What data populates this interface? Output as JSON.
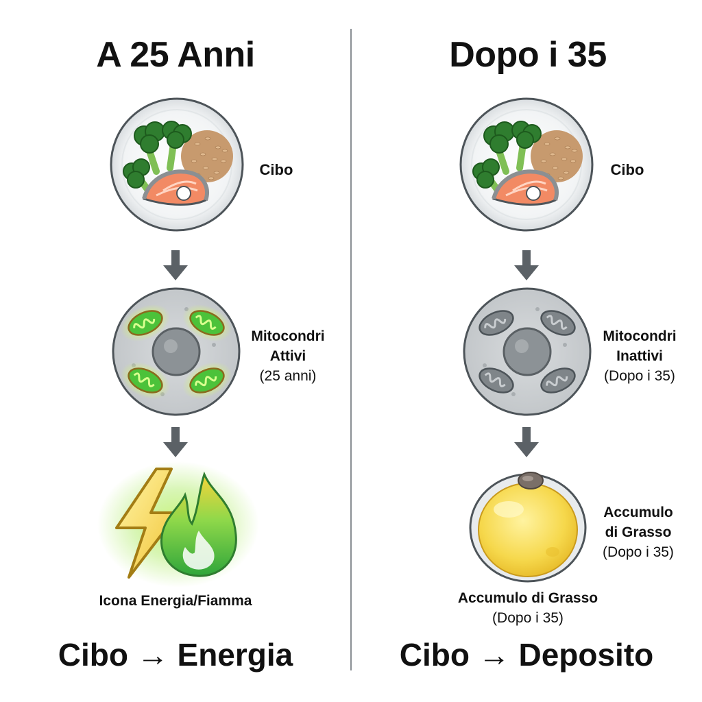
{
  "left": {
    "heading": "A 25 Anni",
    "food_label": "Cibo",
    "mito_label_line1": "Mitocondri",
    "mito_label_line2": "Attivi",
    "mito_label_sub": "(25 anni)",
    "energy_label": "Icona Energia/Fiamma",
    "footer": "Cibo → Energia"
  },
  "right": {
    "heading": "Dopo i 35",
    "food_label": "Cibo",
    "mito_label_line1": "Mitocondri",
    "mito_label_line2": "Inattivi",
    "mito_label_sub": "(Dopo i 35)",
    "fat_side_line1": "Accumulo",
    "fat_side_line2": "di Grasso",
    "fat_side_sub": "(Dopo i 35)",
    "fat_bottom_line1": "Accumulo di Grasso",
    "fat_bottom_sub": "(Dopo i 35)",
    "footer": "Cibo → Deposito"
  },
  "colors": {
    "arrow": "#5b6166",
    "active_mito": "#4cc23a",
    "inactive_mito": "#7f8589",
    "fat": "#f5d24a",
    "divider": "#8a8f94"
  },
  "icons": [
    "plate-icon",
    "broccoli-icon",
    "salmon-icon",
    "rice-icon",
    "cell-icon",
    "mitochondria-icon",
    "lightning-icon",
    "flame-icon",
    "fat-cell-icon",
    "arrow-down-icon"
  ]
}
